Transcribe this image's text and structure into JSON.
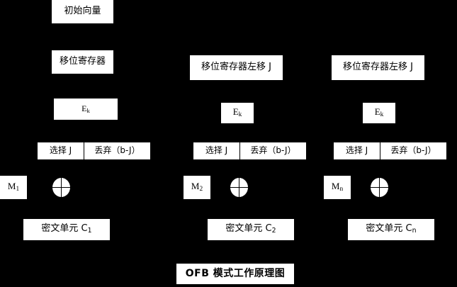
{
  "diagram": {
    "title": "OFB 模式工作原理图",
    "background_color": "#000000",
    "box_color": "#ffffff",
    "text_color": "#000000",
    "columns": [
      {
        "id": "column-1",
        "iv": "初始向量",
        "shift_register": "移位寄存器",
        "encrypt": "Ek",
        "encrypt_base": "E",
        "encrypt_sub": "k",
        "select": "选择 J",
        "discard": "丢弃（b-J）",
        "plaintext_base": "M",
        "plaintext_sub": "1",
        "xor": "xor-operator",
        "ciphertext_label": "密文单元 C",
        "ciphertext_sub": "1"
      },
      {
        "id": "column-2",
        "shift_register": "移位寄存器左移 J",
        "encrypt_base": "E",
        "encrypt_sub": "k",
        "select": "选择 J",
        "discard": "丢弃（b-J）",
        "plaintext_base": "M",
        "plaintext_sub": "2",
        "xor": "xor-operator",
        "ciphertext_label": "密文单元 C",
        "ciphertext_sub": "2"
      },
      {
        "id": "column-3",
        "shift_register": "移位寄存器左移 J",
        "encrypt_base": "E",
        "encrypt_sub": "k",
        "select": "选择 J",
        "discard": "丢弃（b-J）",
        "plaintext_base": "M",
        "plaintext_sub": "n",
        "xor": "xor-operator",
        "ciphertext_label": "密文单元 C",
        "ciphertext_sub": "n"
      }
    ]
  }
}
